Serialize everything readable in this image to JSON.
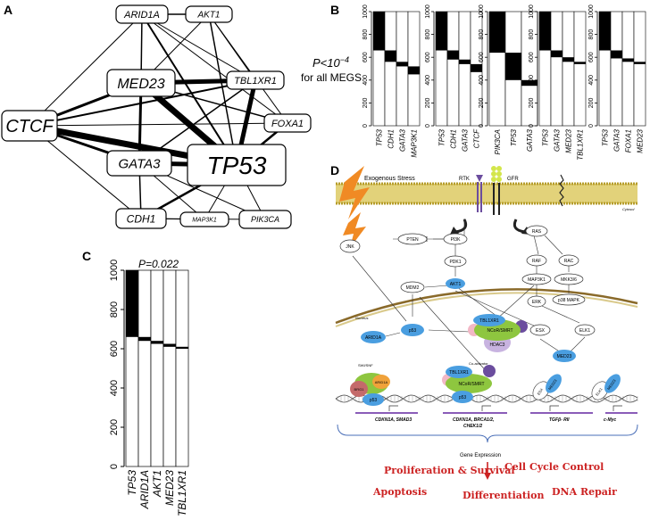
{
  "panel_a": {
    "letter": "A",
    "nodes": [
      {
        "id": "ARID1A",
        "label": "ARID1A"
      },
      {
        "id": "AKT1",
        "label": "AKT1"
      },
      {
        "id": "MED23",
        "label": "MED23"
      },
      {
        "id": "TBL1XR1",
        "label": "TBL1XR1"
      },
      {
        "id": "CTCF",
        "label": "CTCF"
      },
      {
        "id": "FOXA1",
        "label": "FOXA1"
      },
      {
        "id": "GATA3",
        "label": "GATA3"
      },
      {
        "id": "TP53",
        "label": "TP53"
      },
      {
        "id": "CDH1",
        "label": "CDH1"
      },
      {
        "id": "MAP3K1",
        "label": "MAP3K1"
      },
      {
        "id": "PIK3CA",
        "label": "PIK3CA"
      }
    ]
  },
  "panel_b": {
    "letter": "B",
    "annotation_line1": "P<10",
    "annotation_exp": "−4",
    "annotation_line2": "for all MEGS",
    "y_ticks": [
      "0",
      "200",
      "400",
      "600",
      "800",
      "1000"
    ],
    "groups": [
      {
        "genes": [
          "TP53",
          "CDH1",
          "GATA3",
          "MAP3K1"
        ]
      },
      {
        "genes": [
          "TP53",
          "CDH1",
          "GATA3",
          "CTCF"
        ]
      },
      {
        "genes": [
          "PIK3CA",
          "TP53",
          "GATA3"
        ]
      },
      {
        "genes": [
          "TP53",
          "GATA3",
          "MED23",
          "TBL1XR1"
        ]
      },
      {
        "genes": [
          "TP53",
          "GATA3",
          "FOXA1",
          "MED23"
        ]
      }
    ]
  },
  "panel_c": {
    "letter": "C",
    "annotation": "P=0.022",
    "y_ticks": [
      "0",
      "200",
      "400",
      "600",
      "800",
      "1000"
    ],
    "genes": [
      "TP53",
      "ARID1A",
      "AKT1",
      "MED23",
      "TBL1XR1"
    ]
  },
  "panel_d": {
    "letter": "D",
    "stress_label": "Exogenous Stress",
    "rtk_label": "RTK",
    "gfr_label": "GFR",
    "cytosol_label": "Cytosol",
    "nucleus_label": "Nucleus",
    "nodes": {
      "pten": "PTEN",
      "pi3k": "PI3K",
      "pdk1": "PDK1",
      "akt1": "AKT1",
      "mdm2": "MDM2",
      "jnk": "JNK",
      "ras": "RAS",
      "raf": "RAF",
      "rac": "RAC",
      "map3k1": "MAP3K1",
      "mkk36": "MKK3/6",
      "erk": "ERK",
      "p38": "p38 MAPK",
      "p53": "p53",
      "arid1a": "ARID1A",
      "tbl1xr1": "TBL1XR1",
      "ncor": "NCoR/SMRT",
      "hdac3": "HDAC3",
      "esx": "ESX",
      "elk1": "ELK1",
      "med23": "MED23",
      "swisnf": "SWI/SNF",
      "brg1": "BRG1",
      "coactivator": "Co-activator"
    },
    "genes": {
      "g1": "CDKN1A, SMAD3",
      "g2a": "CDKN1A, BRCA1/2,",
      "g2b": "CHEK1/2",
      "g3": "TGFβ- RII",
      "g4": "c-Myc"
    },
    "gene_expression": "Gene Expression",
    "outcomes": {
      "prolif": "Proliferation & Survival",
      "cellcycle": "Cell Cycle Control",
      "apoptosis": "Apoptosis",
      "diff": "Differentiation",
      "dnarepair": "DNA Repair"
    },
    "colors": {
      "outcome_red": "#cc2222",
      "node_blue": "#4a9ee0",
      "ncor_green": "#8ec63f",
      "hdac_purple": "#c8b3e0"
    }
  }
}
